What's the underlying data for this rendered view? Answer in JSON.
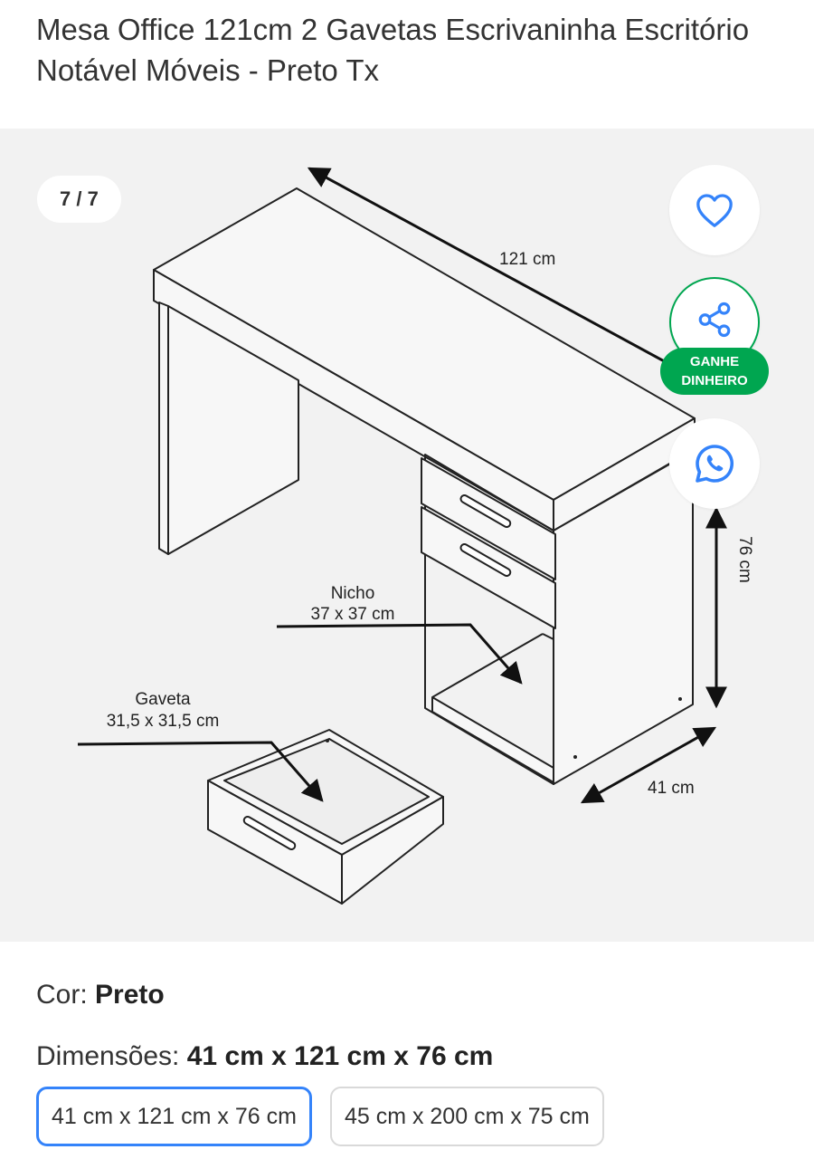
{
  "product": {
    "title": "Mesa Office 121cm 2 Gavetas Escrivaninha Escritório Notável Móveis - Preto Tx"
  },
  "gallery": {
    "counter": "7 / 7",
    "icons": {
      "favorite": "heart-icon",
      "share": "share-icon",
      "whatsapp": "whatsapp-icon"
    },
    "earn_badge": {
      "line1": "GANHE",
      "line2": "DINHEIRO"
    },
    "image_labels": {
      "width": "121 cm",
      "height": "76 cm",
      "depth": "41 cm",
      "niche_title": "Nicho",
      "niche_size": "37 x 37 cm",
      "drawer_title": "Gaveta",
      "drawer_size": "31,5 x 31,5 cm"
    }
  },
  "attributes": {
    "color_label": "Cor: ",
    "color_value": "Preto",
    "dimensions_label": "Dimensões: ",
    "dimensions_value": "41 cm x 121 cm x 76 cm"
  },
  "dimension_options": [
    {
      "label": "41 cm x 121 cm x 76 cm",
      "selected": true
    },
    {
      "label": "45 cm x 200 cm x 75 cm",
      "selected": false
    }
  ],
  "colors": {
    "accent_blue": "#3483fa",
    "green": "#00a650",
    "gallery_bg": "#f2f2f2"
  }
}
